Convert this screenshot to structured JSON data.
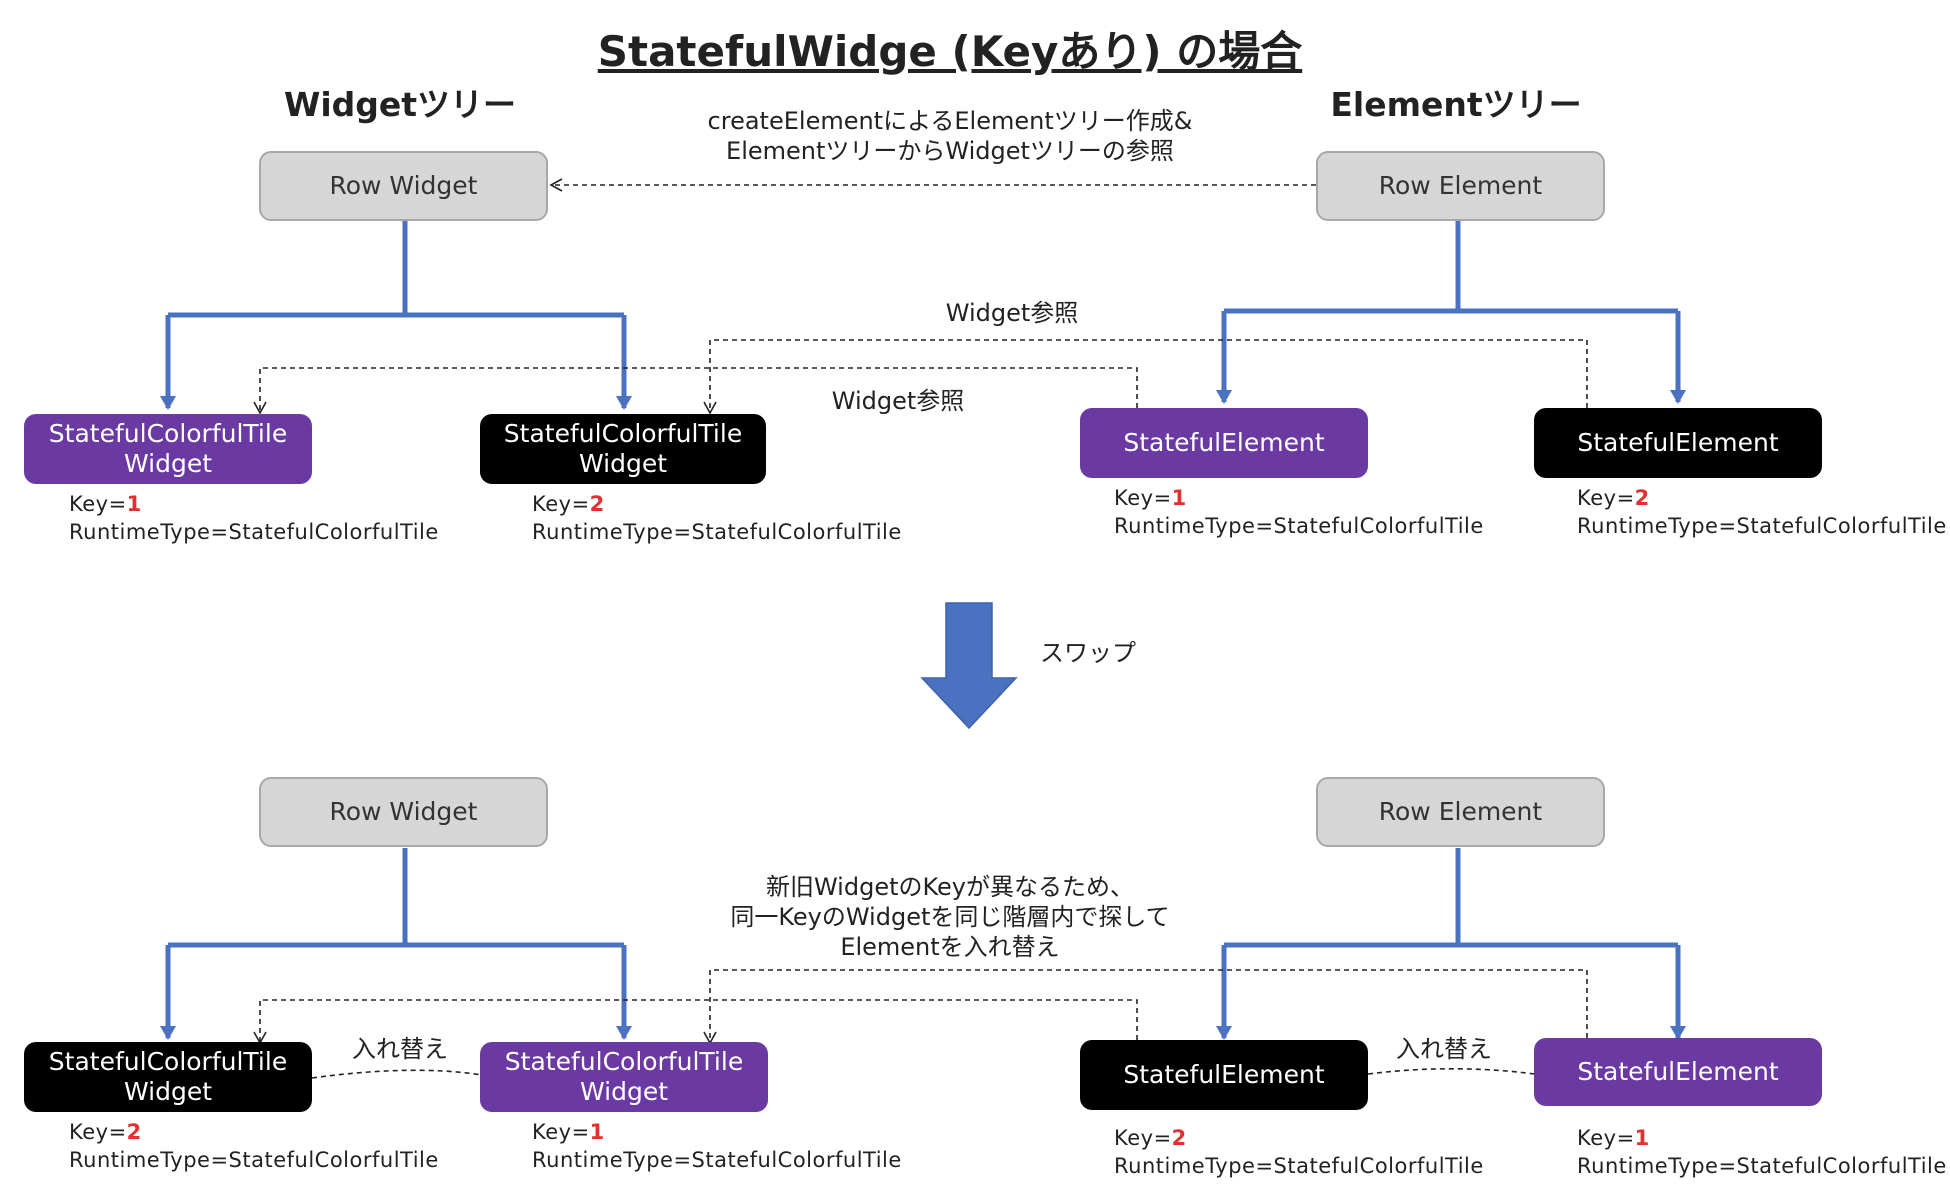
{
  "title": "StatefulWidge (Keyあり) の場合",
  "headers": {
    "widget_tree": "Widgetツリー",
    "element_tree": "Elementツリー"
  },
  "notes": {
    "create_line1": "createElementによるElementツリー作成&",
    "create_line2": "ElementツリーからWidgetツリーの参照",
    "widget_ref_a": "Widget参照",
    "widget_ref_b": "Widget参照",
    "swap": "スワップ",
    "bottom_line1": "新旧WidgetのKeyが異なるため、",
    "bottom_line2": "同一KeyのWidgetを同じ階層内で探して",
    "bottom_line3": "Elementを入れ替え",
    "replace_left": "入れ替え",
    "replace_right": "入れ替え"
  },
  "top": {
    "row_widget": "Row Widget",
    "row_element": "Row Element",
    "w1": {
      "line1": "StatefulColorfulTile",
      "line2": "Widget",
      "key_label": "Key=",
      "key": "1",
      "runtime": "RuntimeType=StatefulColorfulTile"
    },
    "w2": {
      "line1": "StatefulColorfulTile",
      "line2": "Widget",
      "key_label": "Key=",
      "key": "2",
      "runtime": "RuntimeType=StatefulColorfulTile"
    },
    "e1": {
      "label": "StatefulElement",
      "key_label": "Key=",
      "key": "1",
      "runtime": "RuntimeType=StatefulColorfulTile"
    },
    "e2": {
      "label": "StatefulElement",
      "key_label": "Key=",
      "key": "2",
      "runtime": "RuntimeType=StatefulColorfulTile"
    }
  },
  "bottom": {
    "row_widget": "Row Widget",
    "row_element": "Row Element",
    "w1": {
      "line1": "StatefulColorfulTile",
      "line2": "Widget",
      "key_label": "Key=",
      "key": "2",
      "runtime": "RuntimeType=StatefulColorfulTile"
    },
    "w2": {
      "line1": "StatefulColorfulTile",
      "line2": "Widget",
      "key_label": "Key=",
      "key": "1",
      "runtime": "RuntimeType=StatefulColorfulTile"
    },
    "e1": {
      "label": "StatefulElement",
      "key_label": "Key=",
      "key": "2",
      "runtime": "RuntimeType=StatefulColorfulTile"
    },
    "e2": {
      "label": "StatefulElement",
      "key_label": "Key=",
      "key": "1",
      "runtime": "RuntimeType=StatefulColorfulTile"
    }
  },
  "colors": {
    "purple": "#6a3aa2",
    "black": "#000000",
    "gray_node": "#d6d6d6",
    "tree_line": "#4a72c0",
    "key_red": "#e23030",
    "swap_arrow": "#4a72c0"
  }
}
